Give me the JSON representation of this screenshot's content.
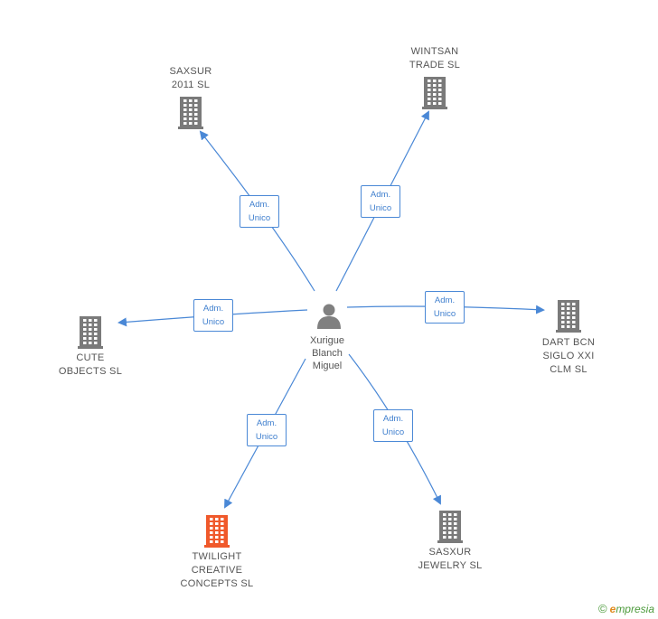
{
  "center": {
    "name_lines": [
      "Xurigue",
      "Blanch",
      "Miguel"
    ],
    "icon": "person-icon"
  },
  "companies": [
    {
      "id": "saxsur",
      "lines": [
        "SAXSUR",
        "2011 SL"
      ],
      "color": "#7a7a7a",
      "icon": "building-icon"
    },
    {
      "id": "wintsan",
      "lines": [
        "WINTSAN",
        "TRADE  SL"
      ],
      "color": "#7a7a7a",
      "icon": "building-icon"
    },
    {
      "id": "cute",
      "lines": [
        "CUTE",
        "OBJECTS SL"
      ],
      "color": "#7a7a7a",
      "icon": "building-icon"
    },
    {
      "id": "dart",
      "lines": [
        "DART BCN",
        "SIGLO XXI",
        "CLM SL"
      ],
      "color": "#7a7a7a",
      "icon": "building-icon"
    },
    {
      "id": "twilight",
      "lines": [
        "TWILIGHT",
        "CREATIVE",
        "CONCEPTS SL"
      ],
      "color": "#f0592b",
      "icon": "building-icon"
    },
    {
      "id": "sasxur",
      "lines": [
        "SASXUR",
        "JEWELRY SL"
      ],
      "color": "#7a7a7a",
      "icon": "building-icon"
    }
  ],
  "edges": [
    {
      "to": "saxsur",
      "label": [
        "Adm.",
        "Unico"
      ]
    },
    {
      "to": "wintsan",
      "label": [
        "Adm.",
        "Unico"
      ]
    },
    {
      "to": "cute",
      "label": [
        "Adm.",
        "Unico"
      ]
    },
    {
      "to": "dart",
      "label": [
        "Adm.",
        "Unico"
      ]
    },
    {
      "to": "twilight",
      "label": [
        "Adm.",
        "Unico"
      ]
    },
    {
      "to": "sasxur",
      "label": [
        "Adm.",
        "Unico"
      ]
    }
  ],
  "colors": {
    "edge": "#4a88d6",
    "person": "#808080"
  },
  "brand": {
    "copyright": "©",
    "e_letter": "e",
    "rest": "mpresia"
  }
}
